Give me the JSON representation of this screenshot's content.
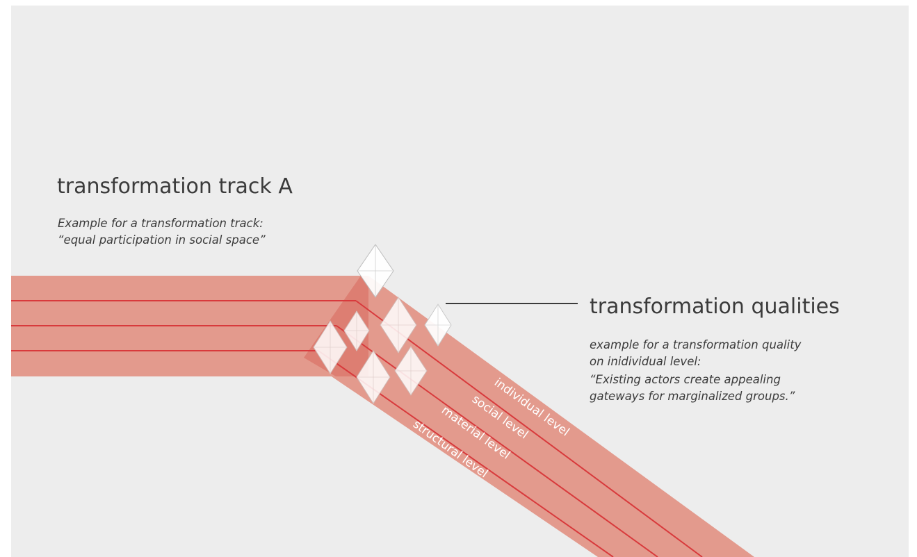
{
  "track": {
    "title": "transformation track A",
    "example_line1": "Example for a transformation track:",
    "example_line2": "“equal participation in social space”"
  },
  "qualities": {
    "title": "transformation qualities",
    "example_line1": "example for a transformation quality",
    "example_line2": "on inidividual level:",
    "example_line3": "“Existing actors create appealing",
    "example_line4": "gateways for marginalized groups.”"
  },
  "levels": [
    "individual level",
    "social level",
    "material level",
    "structural level"
  ],
  "colors": {
    "background": "#ededed",
    "band": "#e39a8d",
    "band_overlap": "#dd7e72",
    "line": "#d83a3c",
    "text": "#3b3b3b",
    "diamond": "#ffffff"
  }
}
